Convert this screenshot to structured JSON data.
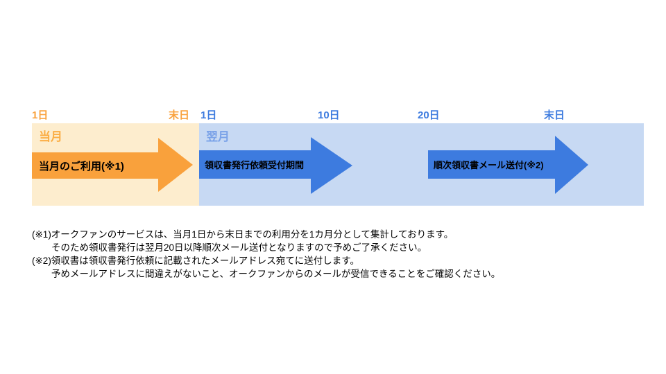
{
  "colors": {
    "orange_accent": "#F9A13C",
    "orange_pale": "#FDEDCE",
    "orange_label": "#FBAE45",
    "blue_accent": "#3D7BDF",
    "blue_pale": "#C7D9F3",
    "blue_label": "#7AA2E8",
    "text": "#000000"
  },
  "timeline": {
    "current_month": {
      "name": "当月",
      "tick_start": "1日",
      "tick_end": "末日",
      "arrow_label": "当月のご利用(※1)"
    },
    "next_month": {
      "name": "翌月",
      "ticks": [
        "1日",
        "10日",
        "20日",
        "末日"
      ],
      "arrows": [
        {
          "label": "領収書発行依頼受付期間"
        },
        {
          "label": "順次領収書メール送付(※2)"
        }
      ]
    }
  },
  "notes": {
    "lines": [
      {
        "text": "(※1)オークファンのサービスは、当月1日から末日までの利用分を1カ月分として集計しております。"
      },
      {
        "text": "そのため領収書発行は翌月20日以降順次メール送付となりますので予めご了承ください。"
      },
      {
        "text": "(※2)領収書は領収書発行依頼に記載されたメールアドレス宛てに送付します。"
      },
      {
        "text": "予めメールアドレスに間違えがないこと、オークファンからのメールが受信できることをご確認ください。"
      }
    ]
  }
}
